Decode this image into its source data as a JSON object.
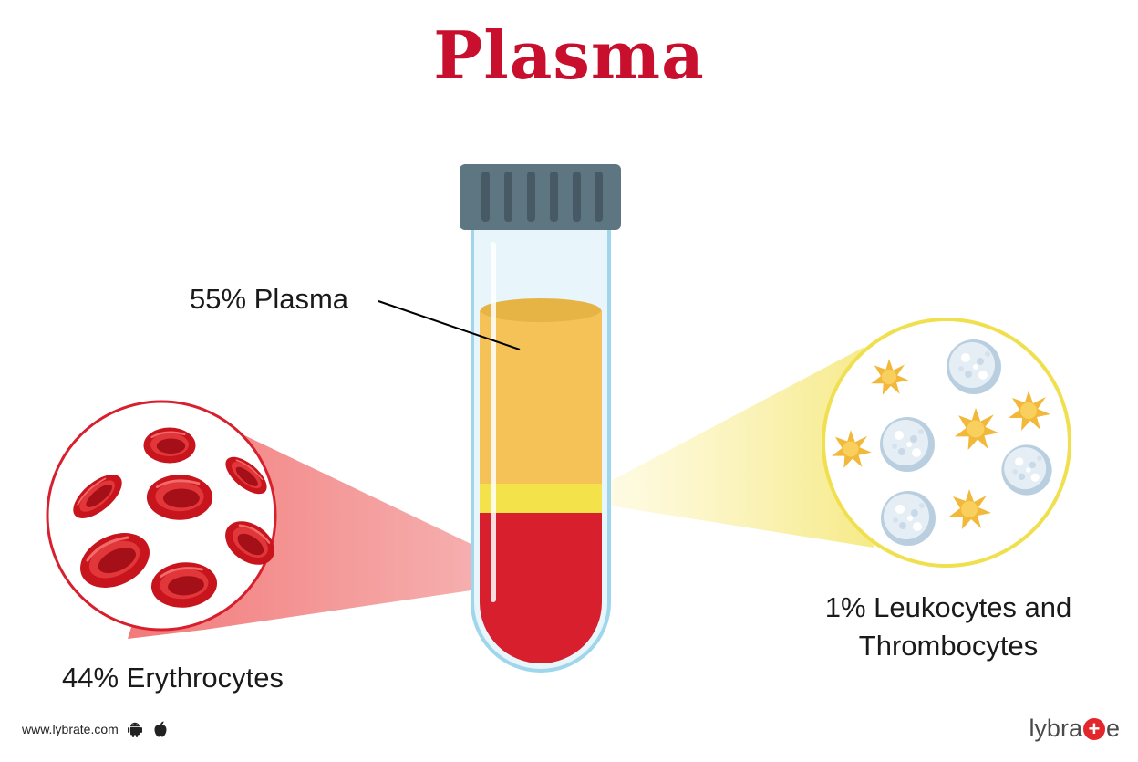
{
  "title": "Plasma",
  "labels": {
    "plasma": "55% Plasma",
    "erythrocytes": "44% Erythrocytes",
    "leuko_line1": "1% Leukocytes and",
    "leuko_line2": "Thrombocytes"
  },
  "footer": {
    "website": "www.lybrate.com",
    "icons": [
      "android-icon",
      "apple-icon"
    ]
  },
  "logo": {
    "before": "lybra",
    "after": "e",
    "plus_glyph": "+"
  },
  "colors": {
    "title": "#c8102e",
    "plasma": "#f5c258",
    "buffy_coat": "#f4e24a",
    "red_cells": "#d71f2d",
    "cap": "#5e7582",
    "tube": "#d9eef7"
  }
}
